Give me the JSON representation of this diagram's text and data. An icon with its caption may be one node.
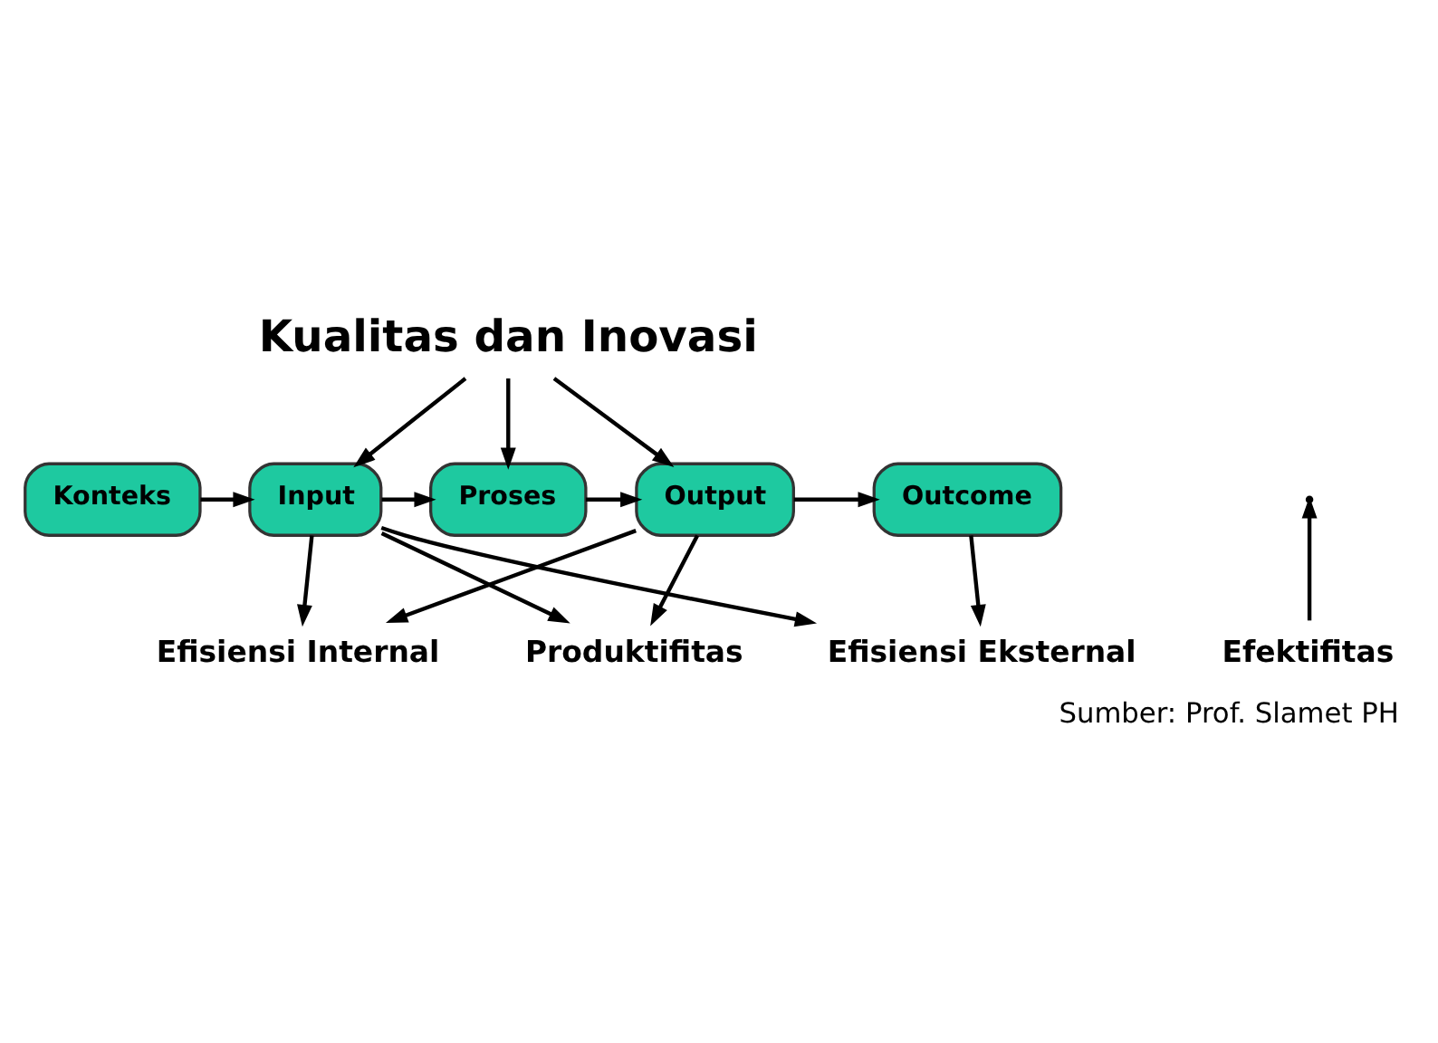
{
  "diagram": {
    "caption": "Sumber: Prof. Slamet PH",
    "nodes": [
      {
        "text": [
          "Kualitas dan Inovasi"
        ]
      },
      {
        "text": [
          "Konteks"
        ]
      },
      {
        "text": [
          "Input"
        ]
      },
      {
        "text": [
          "Proses"
        ]
      },
      {
        "text": [
          "Output"
        ]
      },
      {
        "text": [
          "Outcome"
        ]
      },
      {
        "text": [
          "Efektifitas"
        ]
      },
      {
        "text": [
          "Produktifitas"
        ]
      },
      {
        "text": [
          "Efisiensi Internal"
        ]
      },
      {
        "text": [
          "Efisiensi Eksternal"
        ]
      }
    ],
    "edges": [
      {
        "from": 0,
        "to": 2,
        "arrow": "to"
      },
      {
        "from": 0,
        "to": 3,
        "arrow": "to"
      },
      {
        "from": 0,
        "to": 4,
        "arrow": "to"
      },
      {
        "from": 1,
        "to": 2,
        "arrow": "to"
      },
      {
        "from": 2,
        "to": 3,
        "arrow": "to"
      },
      {
        "from": 3,
        "to": 4,
        "arrow": "to"
      },
      {
        "from": 4,
        "to": 5,
        "arrow": "to"
      },
      {
        "from": 6,
        "to": null,
        "arrow": "to"
      },
      {
        "from": 2,
        "to": 7,
        "arrow": "to"
      },
      {
        "from": 4,
        "to": 7,
        "arrow": "to"
      },
      {
        "from": 2,
        "to": 8,
        "arrow": "to"
      },
      {
        "from": 4,
        "to": 8,
        "arrow": "to"
      },
      {
        "from": 2,
        "to": 9,
        "arrow": "to"
      },
      {
        "from": 5,
        "to": 9,
        "arrow": "to"
      }
    ]
  }
}
